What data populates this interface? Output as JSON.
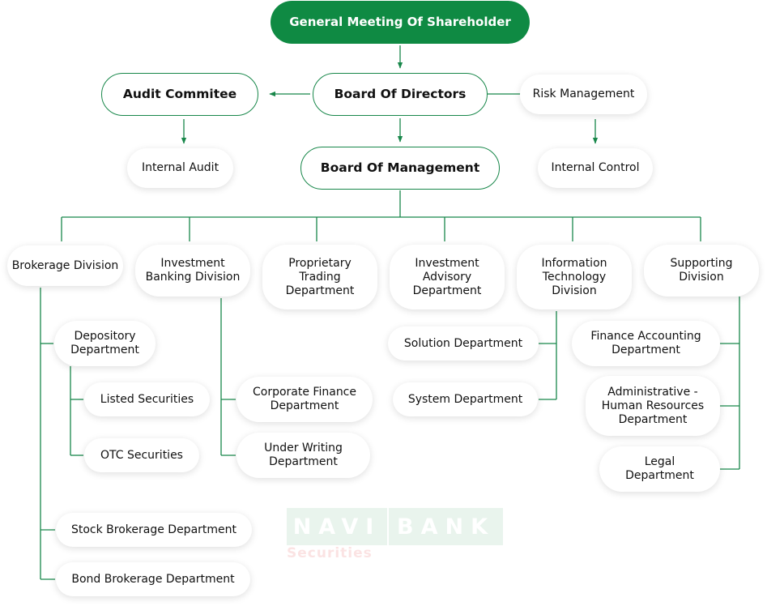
{
  "nodes": {
    "general_meeting": "General Meeting Of Shareholder",
    "audit_committee": "Audit Commitee",
    "board_of_directors": "Board Of Directors",
    "risk_management": "Risk Management",
    "internal_audit": "Internal Audit",
    "board_of_management": "Board Of Management",
    "internal_control": "Internal Control",
    "brokerage_division": "Brokerage Division",
    "investment_banking_division": "Investment\nBanking Division",
    "proprietary_trading": "Proprietary\nTrading\nDepartment",
    "investment_advisory": "Investment\nAdvisory\nDepartment",
    "it_division": "Information\nTechnology\nDivision",
    "supporting_division": "Supporting\nDivision",
    "depository": "Depository\nDepartment",
    "listed_securities": "Listed Securities",
    "otc_securities": "OTC Securities",
    "stock_brokerage": "Stock Brokerage Department",
    "bond_brokerage": "Bond Brokerage Department",
    "corporate_finance": "Corporate Finance\nDepartment",
    "under_writing": "Under Writing\nDepartment",
    "solution_department": "Solution Department",
    "system_department": "System Department",
    "finance_accounting": "Finance Accounting\nDepartment",
    "admin_hr": "Administrative -\nHuman Resources\nDepartment",
    "legal": "Legal\nDepartment"
  },
  "watermark": {
    "word1": "NAVI",
    "word2": "BANK",
    "sub": "Securities"
  },
  "colors": {
    "brand_green": "#0f8a43",
    "line_green": "#18874a",
    "watermark_bg": "#e9f4ed",
    "watermark_sub": "#fbe3e3"
  }
}
